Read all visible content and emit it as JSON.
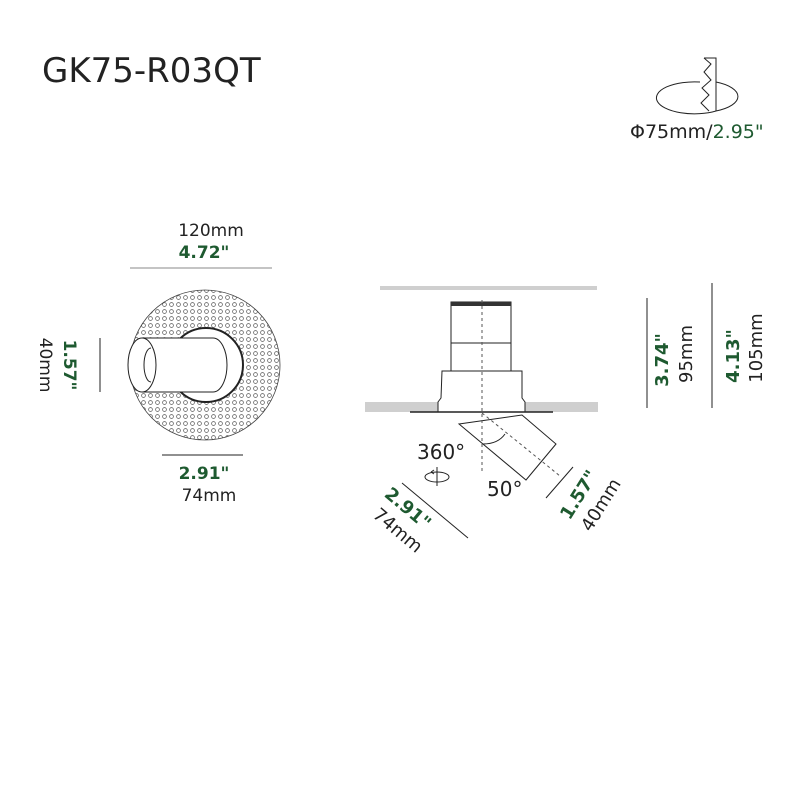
{
  "title": "GK75-R03QT",
  "cutout": {
    "mm": "Φ75mm/",
    "inch": "2.95\""
  },
  "front_view": {
    "width_mm": "120mm",
    "width_in": "4.72\"",
    "height_in": "1.57\"",
    "height_mm": "40mm",
    "bottom_in": "2.91\"",
    "bottom_mm": "74mm"
  },
  "side_view": {
    "rotation": "360°",
    "tilt": "50°",
    "length_in": "2.91\"",
    "length_mm": "74mm",
    "diam_in": "1.57\"",
    "diam_mm": "40mm",
    "height1_in": "3.74\"",
    "height1_mm": "95mm",
    "height2_in": "4.13\"",
    "height2_mm": "105mm"
  },
  "colors": {
    "accent": "#1e5a30",
    "text": "#222222",
    "ceiling": "#cfcfcf"
  }
}
